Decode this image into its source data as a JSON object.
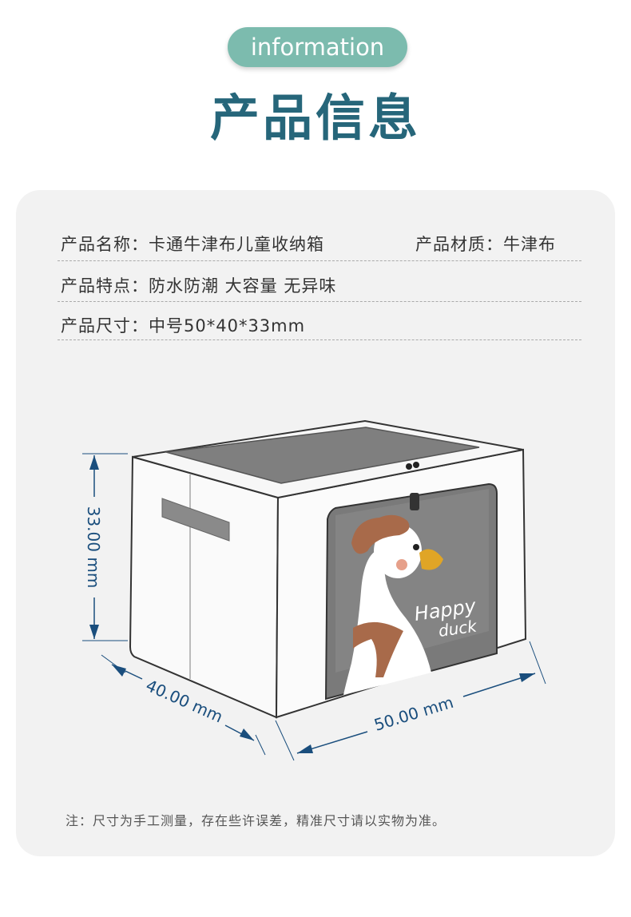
{
  "header": {
    "pill_text": "information",
    "title": "产品信息"
  },
  "info": {
    "name": "产品名称：卡通牛津布儿童收纳箱",
    "material": "产品材质：牛津布",
    "features": "产品特点：防水防潮 大容量  无异味",
    "size": "产品尺寸：中号50*40*33mm"
  },
  "dimensions": {
    "height": "33.00 mm",
    "depth": "40.00 mm",
    "width": "50.00 mm"
  },
  "print": {
    "happy": "Happy",
    "duck": "duck"
  },
  "note": "注：尺寸为手工测量，存在些许误差，精准尺寸请以实物为准。"
}
